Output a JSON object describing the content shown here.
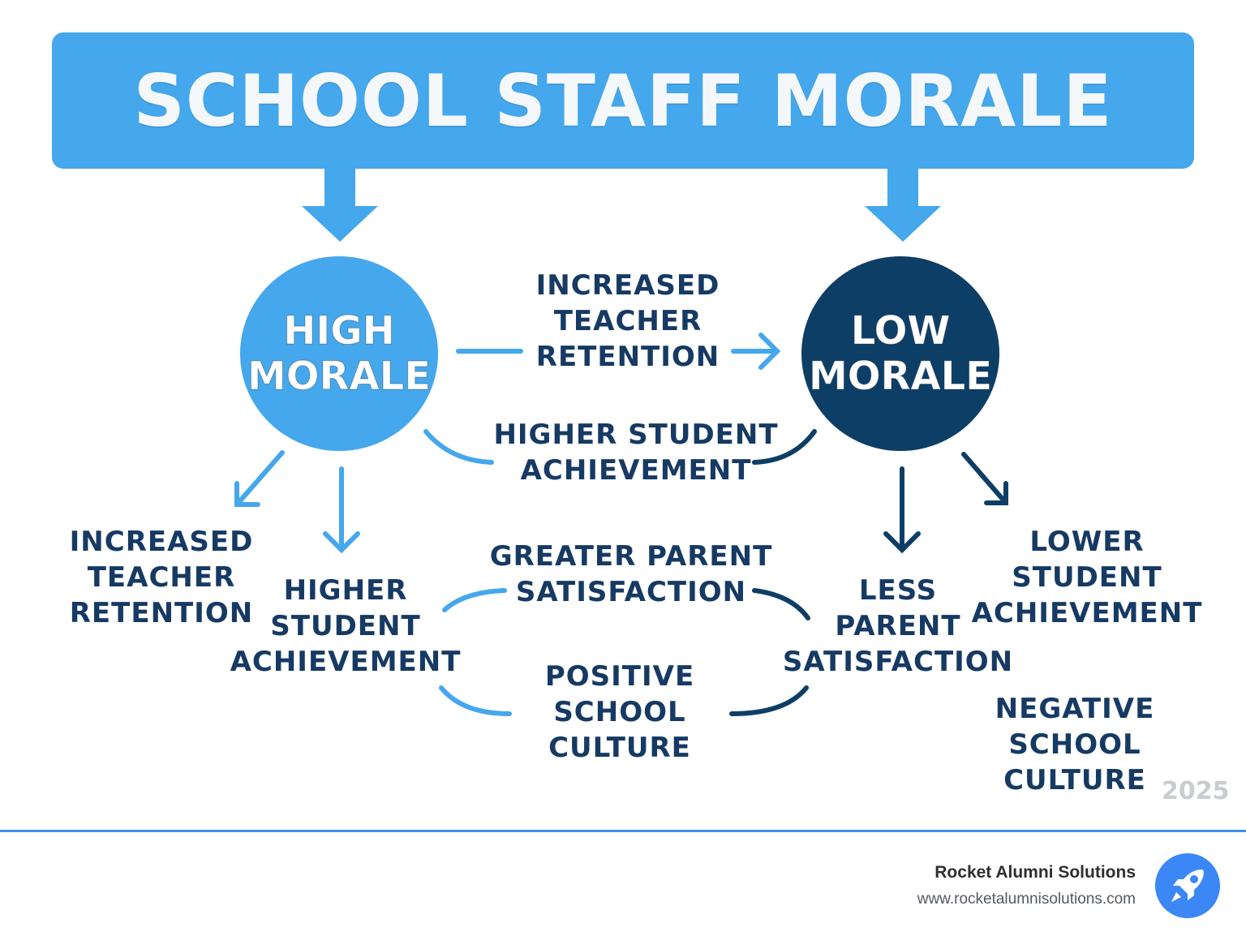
{
  "title": "SCHOOL STAFF MORALE",
  "nodes": {
    "high_morale": [
      "HIGH",
      "MORALE"
    ],
    "low_morale": [
      "LOW",
      "MORALE"
    ]
  },
  "center_labels": {
    "teacher_retention": [
      "INCREASED",
      "TEACHER",
      "RETENTION"
    ],
    "student_achievement": [
      "HIGHER STUDENT",
      "ACHIEVEMENT"
    ],
    "parent_satisfaction": [
      "GREATER PARENT",
      "SATISFACTION"
    ],
    "school_culture": [
      "POSITIVE",
      "SCHOOL",
      "CULTURE"
    ]
  },
  "high_outcomes": {
    "teacher_retention": [
      "INCREASED",
      "TEACHER",
      "RETENTION"
    ],
    "student_achievement": [
      "HIGHER",
      "STUDENT",
      "ACHIEVEMENT"
    ]
  },
  "low_outcomes": {
    "parent_satisfaction": [
      "LESS",
      "PARENT",
      "SATISFACTION"
    ],
    "student_achievement": [
      "LOWER",
      "STUDENT",
      "ACHIEVEMENT"
    ],
    "school_culture": [
      "NEGATIVE",
      "SCHOOL",
      "CULTURE"
    ]
  },
  "year": "2025",
  "brand": {
    "name": "Rocket Alumni Solutions",
    "url": "www.rocketalumnisolutions.com"
  },
  "colors": {
    "light_blue": "#45a7ec",
    "dark_navy": "#0d3e66",
    "text_navy": "#163a63",
    "divider_blue": "#3f8fe8"
  }
}
